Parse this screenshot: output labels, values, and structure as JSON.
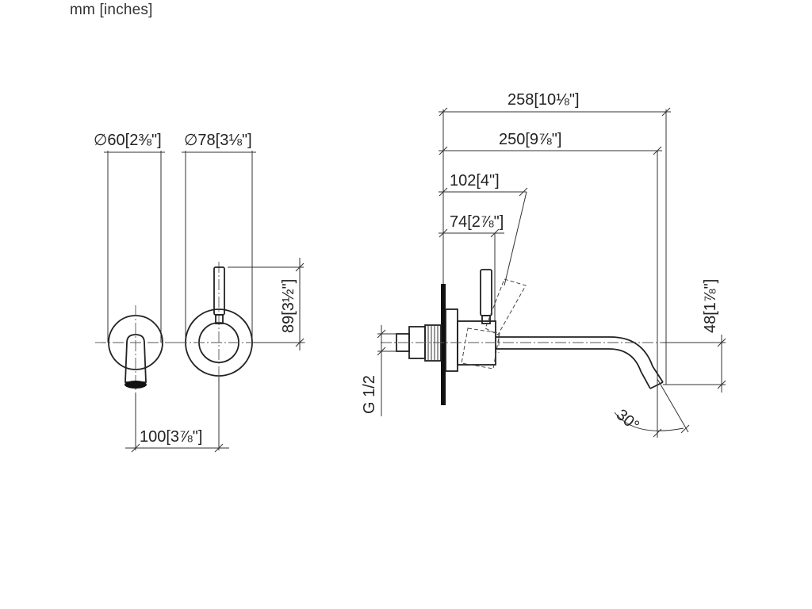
{
  "units_label": "mm [inches]",
  "dimensions": {
    "front_small_diameter": "∅60[2⅜\"]",
    "front_large_diameter": "∅78[3⅛\"]",
    "front_width": "100[3⅞\"]",
    "front_height": "89[3½\"]",
    "side_total_length": "258[10⅛\"]",
    "side_spout_length": "250[9⅞\"]",
    "side_handle_offset_102": "102[4\"]",
    "side_handle_offset_74": "74[2⅞\"]",
    "side_spout_drop": "48[1⅞\"]",
    "thread_size": "G 1/2",
    "spout_angle": "30°"
  }
}
